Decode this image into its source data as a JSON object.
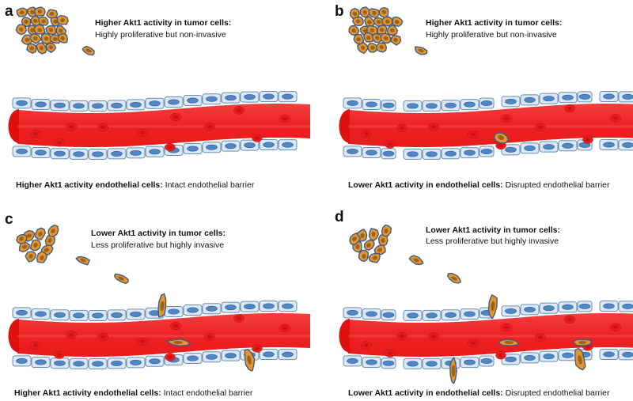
{
  "panels": [
    {
      "letter": "a",
      "tumor_title": "Higher Akt1 activity in tumor cells:",
      "tumor_desc": "Highly proliferative but non-invasive",
      "endo_bold": "Higher Akt1 activity endothelial cells:",
      "endo_desc": " Intact endothelial barrier"
    },
    {
      "letter": "b",
      "tumor_title": "Higher Akt1 activity in tumor cells:",
      "tumor_desc": "Highly proliferative but non-invasive",
      "endo_bold": "Lower Akt1 activity in endothelial cells:",
      "endo_desc": " Disrupted endothelial barrier"
    },
    {
      "letter": "c",
      "tumor_title": "Lower Akt1 activity in tumor cells:",
      "tumor_desc": "Less proliferative but highly invasive",
      "endo_bold": "Higher Akt1 activity endothelial cells:",
      "endo_desc": " Intact endothelial barrier"
    },
    {
      "letter": "d",
      "tumor_title": "Lower Akt1 activity in tumor cells:",
      "tumor_desc": "Less proliferative but highly invasive",
      "endo_bold": "Lower Akt1 activity in endothelial cells:",
      "endo_desc": " Disrupted endothelial barrier"
    }
  ],
  "colors": {
    "blood": "#ee2222",
    "blood_light": "#f56a6a",
    "rbc": "#d40f0f",
    "endothelial_fill": "#dde8f4",
    "endothelial_nucleus": "#4f86c6",
    "tumor_fill": "#e9952e",
    "tumor_nucleus": "#8a5a16",
    "tumor_outline": "#3c5c86"
  }
}
